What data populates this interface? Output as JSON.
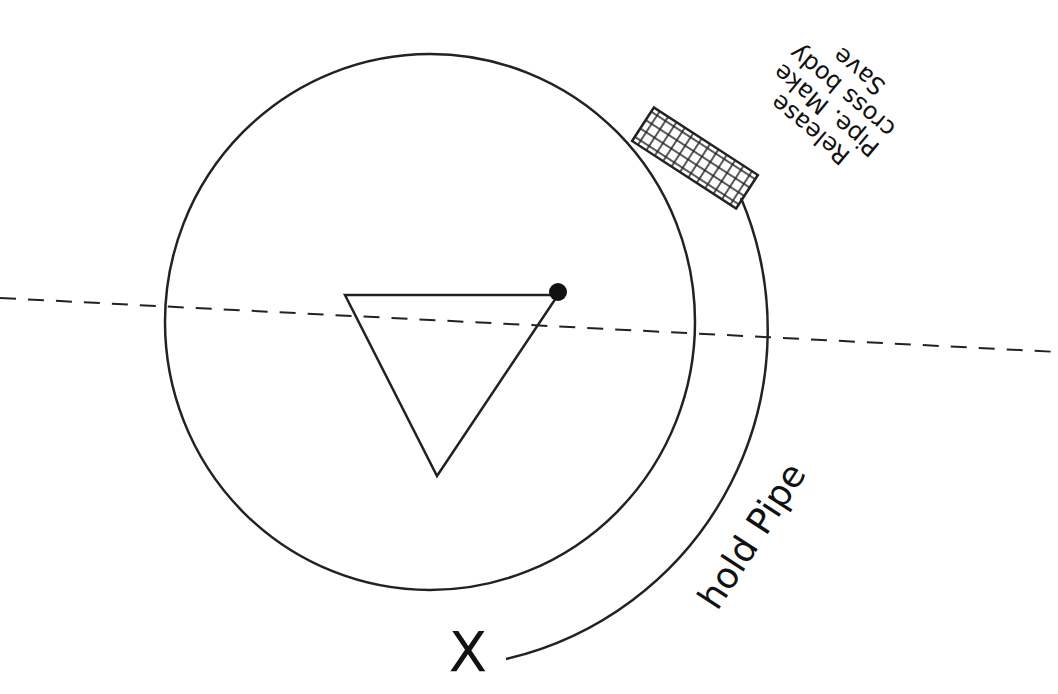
{
  "diagram": {
    "labels": [
      "Release Pipe. Make cross body Save",
      "hold Pipe",
      "X"
    ]
  }
}
